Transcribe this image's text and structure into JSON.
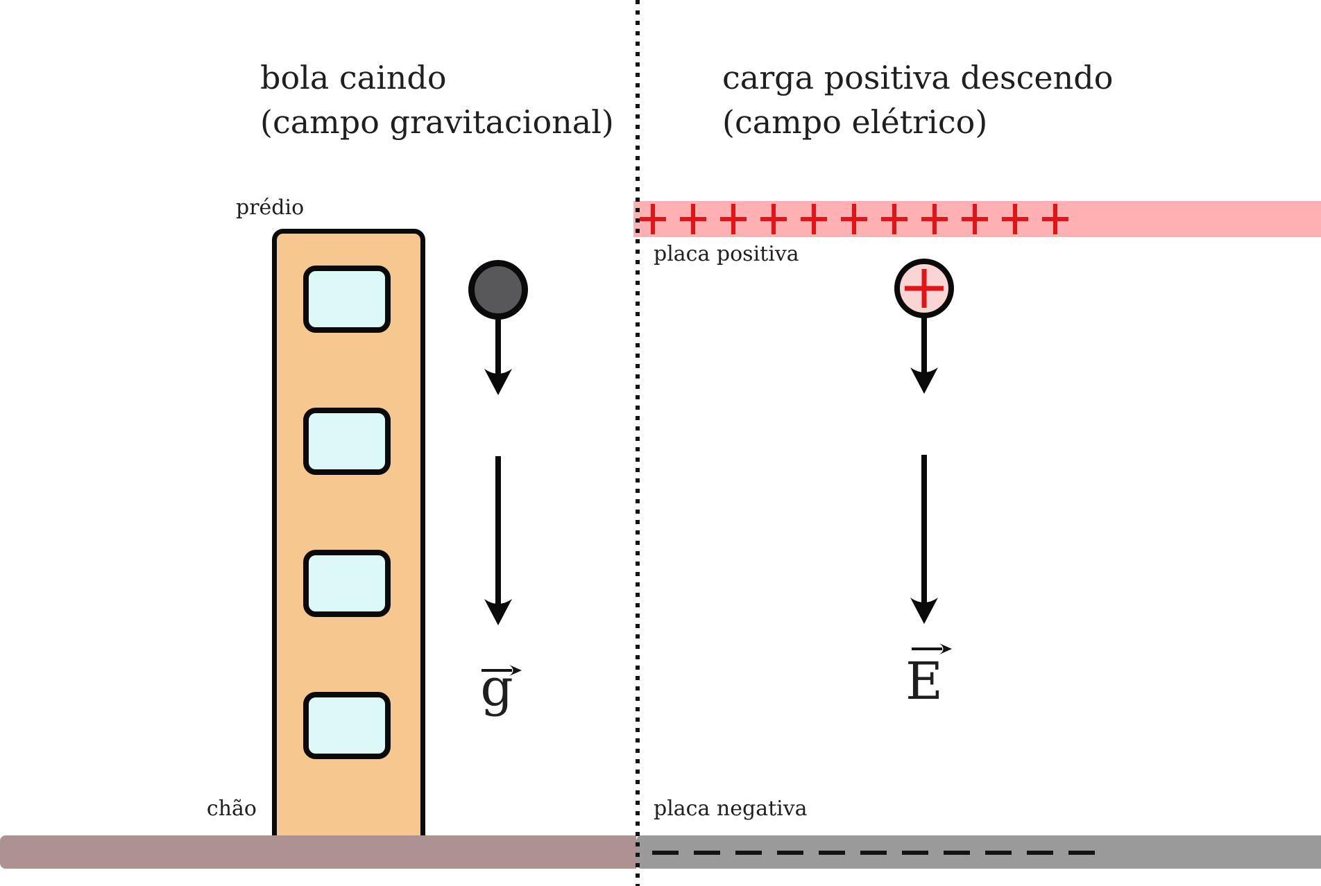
{
  "left_panel": {
    "title_line1": "bola caindo",
    "title_line2": "(campo gravitacional)",
    "building_label": "prédio",
    "ground_label": "chão",
    "vector_label": "g",
    "window_count": 4
  },
  "right_panel": {
    "title_line1": "carga positiva descendo",
    "title_line2": "(campo elétrico)",
    "positive_plate_label": "placa positiva",
    "negative_plate_label": "placa negativa",
    "vector_label": "E",
    "plus_count": 11,
    "dash_count": 11
  },
  "colors": {
    "building": "#f6c88f",
    "window": "#dcf9f7",
    "ball": "#58585a",
    "positive_plate": "#ffb0b2",
    "charge_fill": "#fbd5d5",
    "plus_red": "#e31418",
    "ground": "#ad9193",
    "negative_plate": "#9a9a9a",
    "ink": "#1f1f1f"
  }
}
